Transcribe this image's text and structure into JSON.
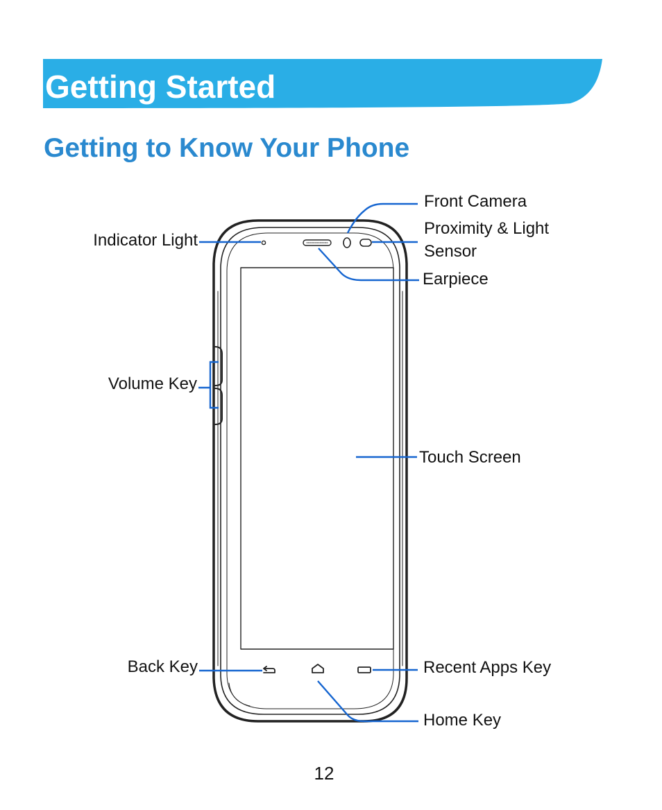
{
  "chapter": {
    "title": "Getting Started",
    "banner_color": "#2aaee6"
  },
  "section": {
    "title": "Getting to Know Your Phone",
    "color": "#2a89cf"
  },
  "callout_color": "#1565d0",
  "labels": {
    "front_camera": "Front Camera",
    "proximity_line1": "Proximity & Light",
    "proximity_line2": "Sensor",
    "indicator_light": "Indicator Light",
    "earpiece": "Earpiece",
    "volume_key": "Volume Key",
    "touch_screen": "Touch Screen",
    "back_key": "Back Key",
    "recent_apps_key": "Recent Apps Key",
    "home_key": "Home Key"
  },
  "page_number": "12"
}
